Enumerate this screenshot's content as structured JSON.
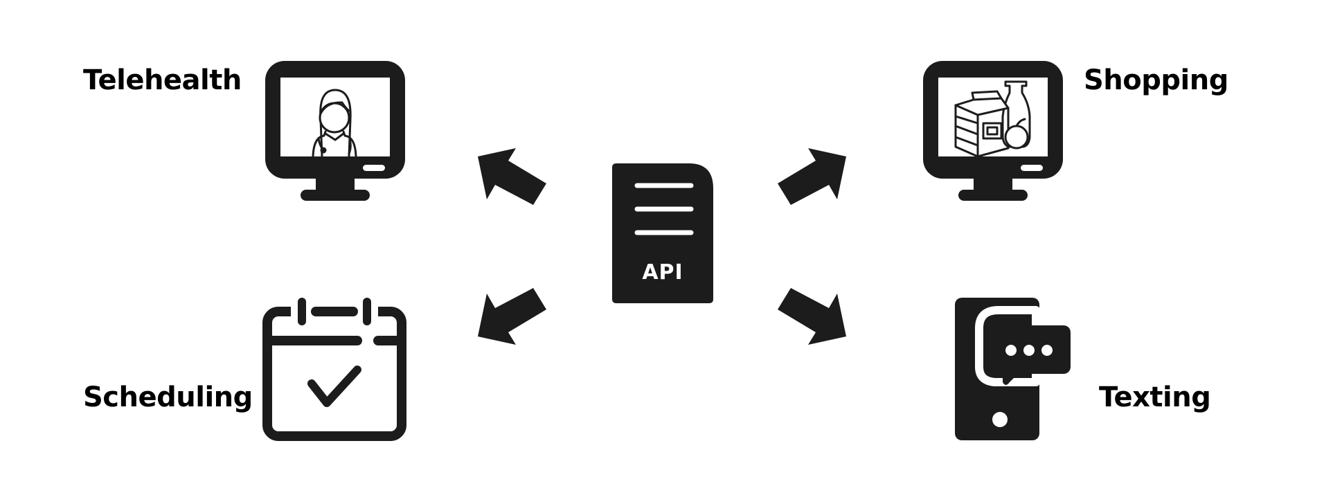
{
  "diagram": {
    "center": {
      "label": "API",
      "icon": "server-document-icon"
    },
    "nodes": [
      {
        "id": "telehealth",
        "label": "Telehealth",
        "icon": "monitor-doctor-icon"
      },
      {
        "id": "shopping",
        "label": "Shopping",
        "icon": "monitor-groceries-icon"
      },
      {
        "id": "scheduling",
        "label": "Scheduling",
        "icon": "calendar-check-icon"
      },
      {
        "id": "texting",
        "label": "Texting",
        "icon": "phone-chat-icon"
      }
    ],
    "colors": {
      "icon": "#1c1c1c",
      "text": "#000000",
      "background": "#ffffff"
    }
  }
}
